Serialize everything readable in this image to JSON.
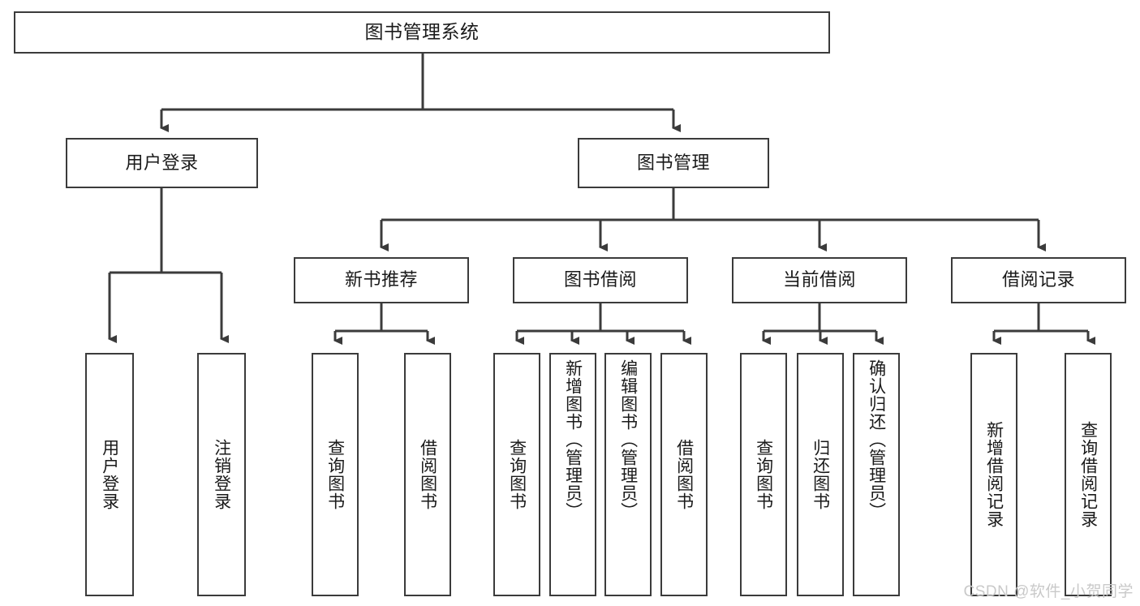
{
  "diagram": {
    "title": "图书管理系统",
    "watermark": "CSDN @软件_小贺同学",
    "style": {
      "box_border_color": "#3b3b3b",
      "box_fill": "#ffffff",
      "edge_color": "#3b3b3b",
      "text_color": "#1a1a1a",
      "watermark_color": "#c9c9c9",
      "background": "#ffffff"
    },
    "root": {
      "id": "root",
      "label": "图书管理系统"
    },
    "level1": [
      {
        "id": "user-login",
        "label": "用户登录"
      },
      {
        "id": "book-manage",
        "label": "图书管理"
      }
    ],
    "level2": [
      {
        "id": "new-book-rec",
        "label": "新书推荐",
        "parent": "book-manage"
      },
      {
        "id": "book-borrow",
        "label": "图书借阅",
        "parent": "book-manage"
      },
      {
        "id": "current-borrow",
        "label": "当前借阅",
        "parent": "book-manage"
      },
      {
        "id": "borrow-record",
        "label": "借阅记录",
        "parent": "book-manage"
      }
    ],
    "leaves": [
      {
        "id": "leaf-user-login",
        "label": "用户登录",
        "parent": "user-login"
      },
      {
        "id": "leaf-logout-login",
        "label": "注销登录",
        "parent": "user-login"
      },
      {
        "id": "leaf-query-book-1",
        "label": "查询图书",
        "parent": "new-book-rec"
      },
      {
        "id": "leaf-borrow-book-1",
        "label": "借阅图书",
        "parent": "new-book-rec"
      },
      {
        "id": "leaf-query-book-2",
        "label": "查询图书",
        "parent": "book-borrow"
      },
      {
        "id": "leaf-add-book",
        "label": "新增图书（管理员）",
        "parent": "book-borrow"
      },
      {
        "id": "leaf-edit-book",
        "label": "编辑图书（管理员）",
        "parent": "book-borrow"
      },
      {
        "id": "leaf-borrow-book-2",
        "label": "借阅图书",
        "parent": "book-borrow"
      },
      {
        "id": "leaf-query-book-3",
        "label": "查询图书",
        "parent": "current-borrow"
      },
      {
        "id": "leaf-return-book",
        "label": "归还图书",
        "parent": "current-borrow"
      },
      {
        "id": "leaf-confirm-return",
        "label": "确认归还（管理员）",
        "parent": "current-borrow"
      },
      {
        "id": "leaf-add-record",
        "label": "新增借阅记录",
        "parent": "borrow-record"
      },
      {
        "id": "leaf-query-record",
        "label": "查询借阅记录",
        "parent": "borrow-record"
      }
    ]
  }
}
